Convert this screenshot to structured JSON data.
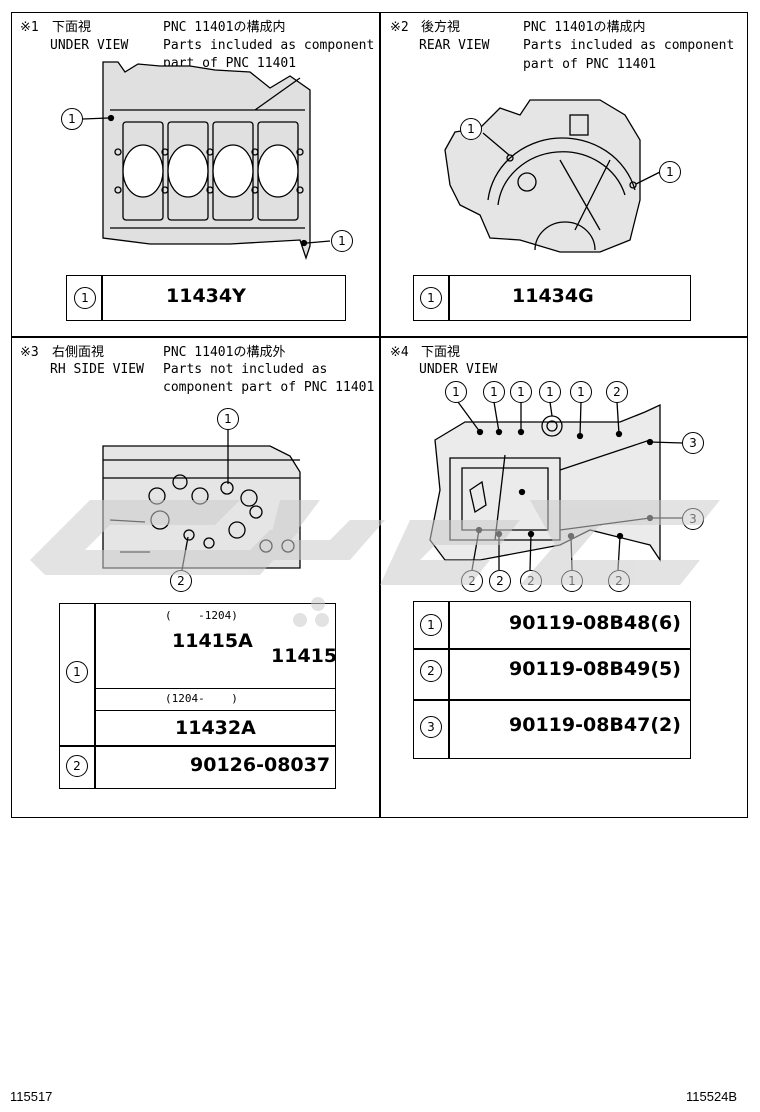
{
  "panels": {
    "p1": {
      "mark": "※1",
      "title_jp": "下面視",
      "title_en": "UNDER VIEW",
      "pnc": "PNC 11401の構成内",
      "note1": "Parts included as component",
      "note2": "part of PNC 11401",
      "callouts": [
        "1",
        "1"
      ],
      "table": {
        "ref": "1",
        "part": "11434Y"
      }
    },
    "p2": {
      "mark": "※2",
      "title_jp": "後方視",
      "title_en": "REAR VIEW",
      "pnc": "PNC 11401の構成内",
      "note1": "Parts included as component",
      "note2": "part of PNC 11401",
      "callouts": [
        "1",
        "1"
      ],
      "table": {
        "ref": "1",
        "part": "11434G"
      }
    },
    "p3": {
      "mark": "※3",
      "title_jp": "右側面視",
      "title_en": "RH SIDE VIEW",
      "pnc": "PNC 11401の構成外",
      "note1": "Parts not included as",
      "note2": "component part of PNC 11401",
      "callouts": [
        "1",
        "2"
      ],
      "table": {
        "ref1": "1",
        "date1": "(    -1204)",
        "part_a": "11415A",
        "part_group": "11415",
        "date2": "(1204-    )",
        "part_b": "11432A",
        "ref2": "2",
        "part_c": "90126-08037"
      }
    },
    "p4": {
      "mark": "※4",
      "title_jp": "下面視",
      "title_en": "UNDER VIEW",
      "callouts_top": [
        "1",
        "1",
        "1",
        "1",
        "1",
        "2"
      ],
      "callouts_right": [
        "3",
        "3"
      ],
      "callouts_bottom": [
        "2",
        "2",
        "2",
        "1",
        "2"
      ],
      "table": [
        {
          "ref": "1",
          "part": "90119-08B48(6)"
        },
        {
          "ref": "2",
          "part": "90119-08B49(5)"
        },
        {
          "ref": "3",
          "part": "90119-08B47(2)"
        }
      ]
    }
  },
  "footer": {
    "left": "115517",
    "right": "115524B"
  },
  "watermark": {
    "color": "#cccccc",
    "opacity": 0.55
  }
}
